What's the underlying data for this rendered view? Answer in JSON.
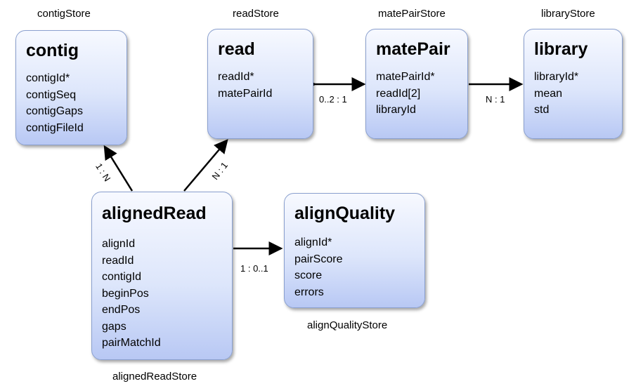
{
  "stores": {
    "contig": "contigStore",
    "read": "readStore",
    "matePair": "matePairStore",
    "library": "libraryStore",
    "alignedRead": "alignedReadStore",
    "alignQuality": "alignQualityStore"
  },
  "entities": {
    "contig": {
      "title": "contig",
      "fields": [
        "contigId*",
        "contigSeq",
        "contigGaps",
        "contigFileId"
      ]
    },
    "read": {
      "title": "read",
      "fields": [
        "readId*",
        "matePairId"
      ]
    },
    "matePair": {
      "title": "matePair",
      "fields": [
        "matePairId*",
        "readId[2]",
        "libraryId"
      ]
    },
    "library": {
      "title": "library",
      "fields": [
        "libraryId*",
        "mean",
        "std"
      ]
    },
    "alignedRead": {
      "title": "alignedRead",
      "fields": [
        "alignId",
        "readId",
        "contigId",
        "beginPos",
        "endPos",
        "gaps",
        "pairMatchId"
      ]
    },
    "alignQuality": {
      "title": "alignQuality",
      "fields": [
        "alignId*",
        "pairScore",
        "score",
        "errors"
      ]
    }
  },
  "relations": {
    "read_matePair": "0..2 : 1",
    "matePair_library": "N : 1",
    "alignedRead_contig": "1 : N",
    "alignedRead_read": "N : 1",
    "alignedRead_alignQuality": "1 : 0..1"
  }
}
